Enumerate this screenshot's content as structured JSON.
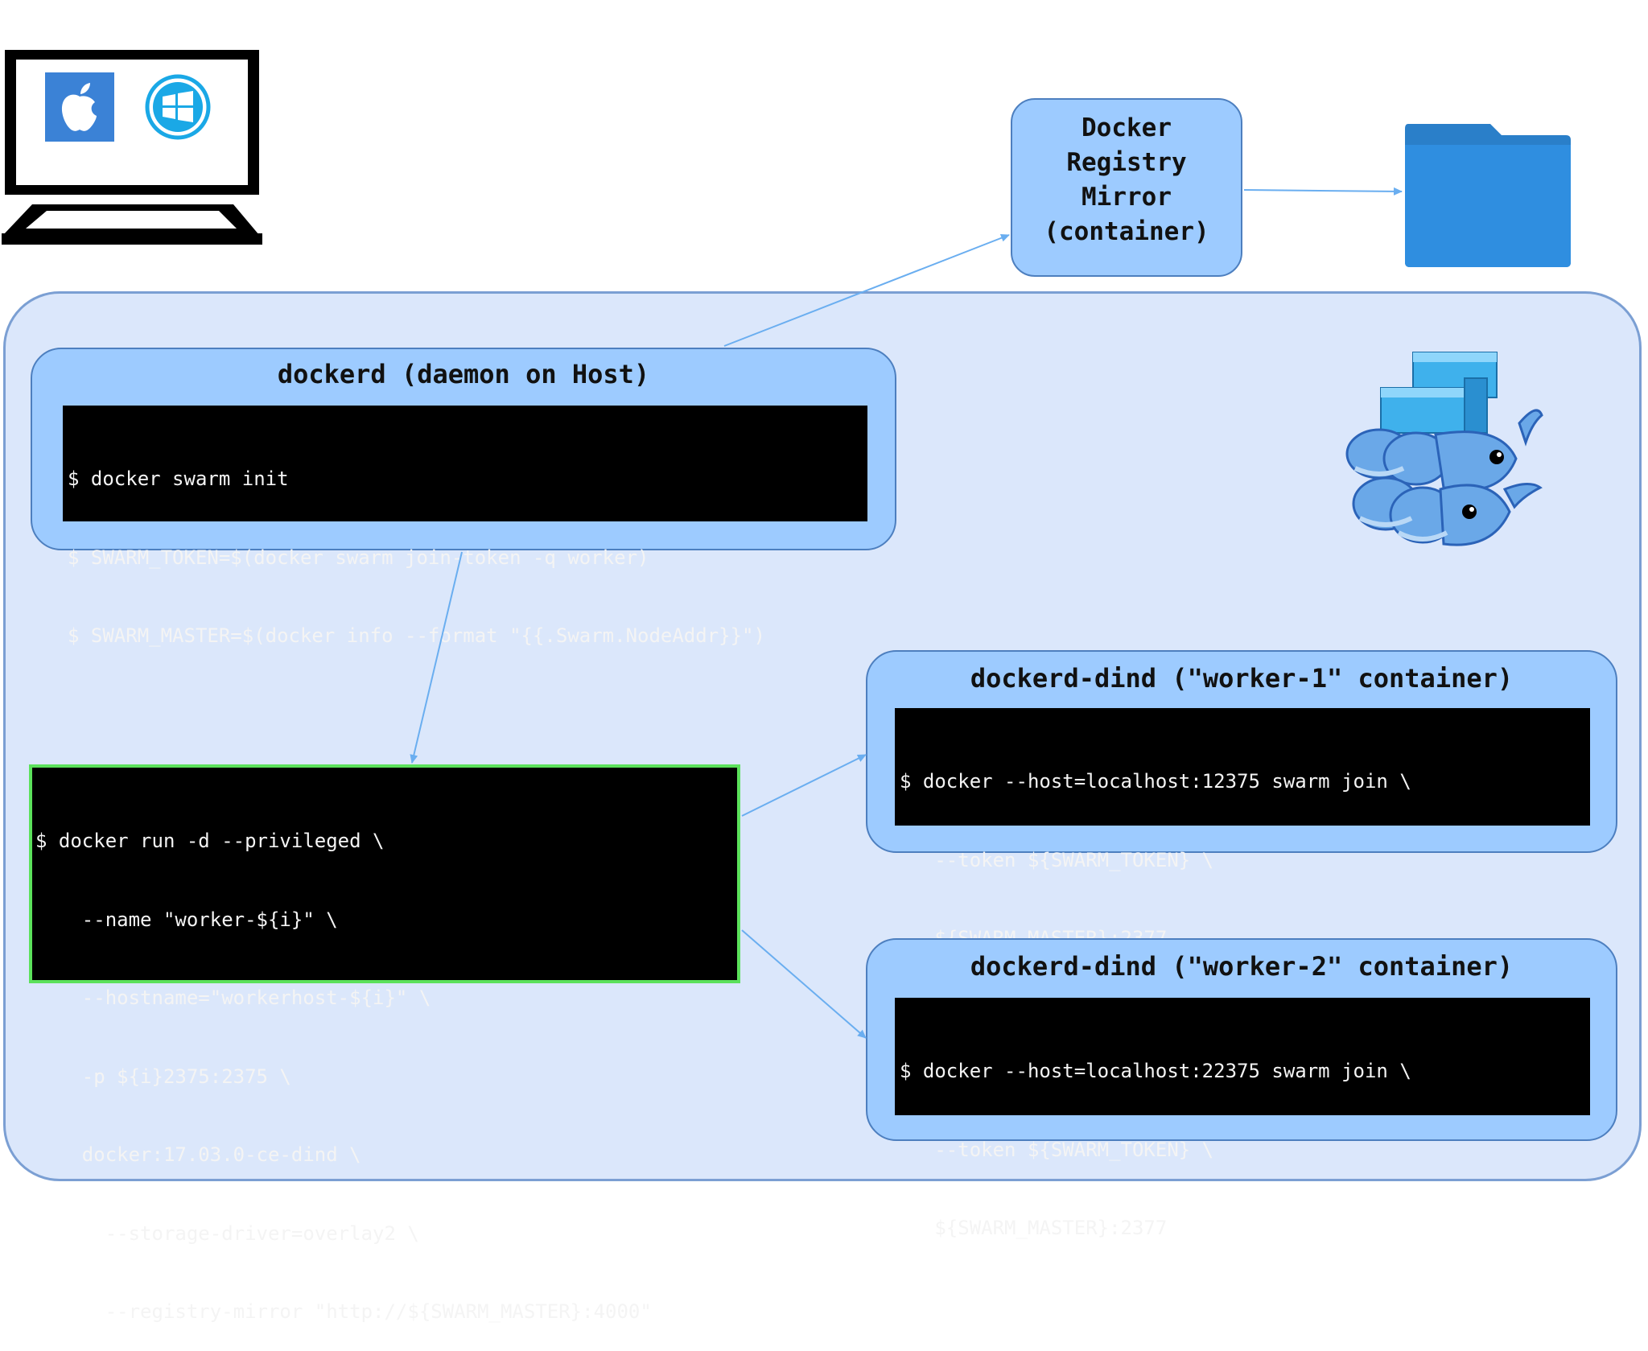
{
  "registry": {
    "lines": [
      "Docker",
      "Registry",
      "Mirror",
      "(container)"
    ]
  },
  "dockerd": {
    "title": "dockerd (daemon on Host)",
    "lines": [
      "$ docker swarm init",
      "$ SWARM_TOKEN=$(docker swarm join-token -q worker)",
      "$ SWARM_MASTER=$(docker info --format \"{{.Swarm.NodeAddr}}\")"
    ]
  },
  "run_command": {
    "lines": [
      "$ docker run -d --privileged \\",
      "    --name \"worker-${i}\" \\",
      "    --hostname=\"workerhost-${i}\" \\",
      "    -p ${i}2375:2375 \\",
      "    docker:17.03.0-ce-dind \\",
      "      --storage-driver=overlay2 \\",
      "      --registry-mirror \"http://${SWARM_MASTER}:4000\""
    ]
  },
  "worker1": {
    "title": "dockerd-dind (\"worker-1\" container)",
    "lines": [
      "$ docker --host=localhost:12375 swarm join \\",
      "   --token ${SWARM_TOKEN} \\",
      "   ${SWARM_MASTER}:2377"
    ]
  },
  "worker2": {
    "title": "dockerd-dind (\"worker-2\" container)",
    "lines": [
      "$ docker --host=localhost:22375 swarm join \\",
      "   --token ${SWARM_TOKEN} \\",
      "   ${SWARM_MASTER}:2377"
    ]
  },
  "icons": {
    "computer": "desktop-monitor-icon",
    "apple": "apple-logo-icon",
    "windows": "windows-logo-icon",
    "folder": "folder-icon",
    "swarm": "docker-swarm-whales-icon"
  },
  "colors": {
    "panel": "#9dcbff",
    "host": "#dbe7fb",
    "terminal": "#000000",
    "highlight_border": "#5be15b",
    "arrow": "#6aaef0",
    "folder": "#2a86d8"
  }
}
